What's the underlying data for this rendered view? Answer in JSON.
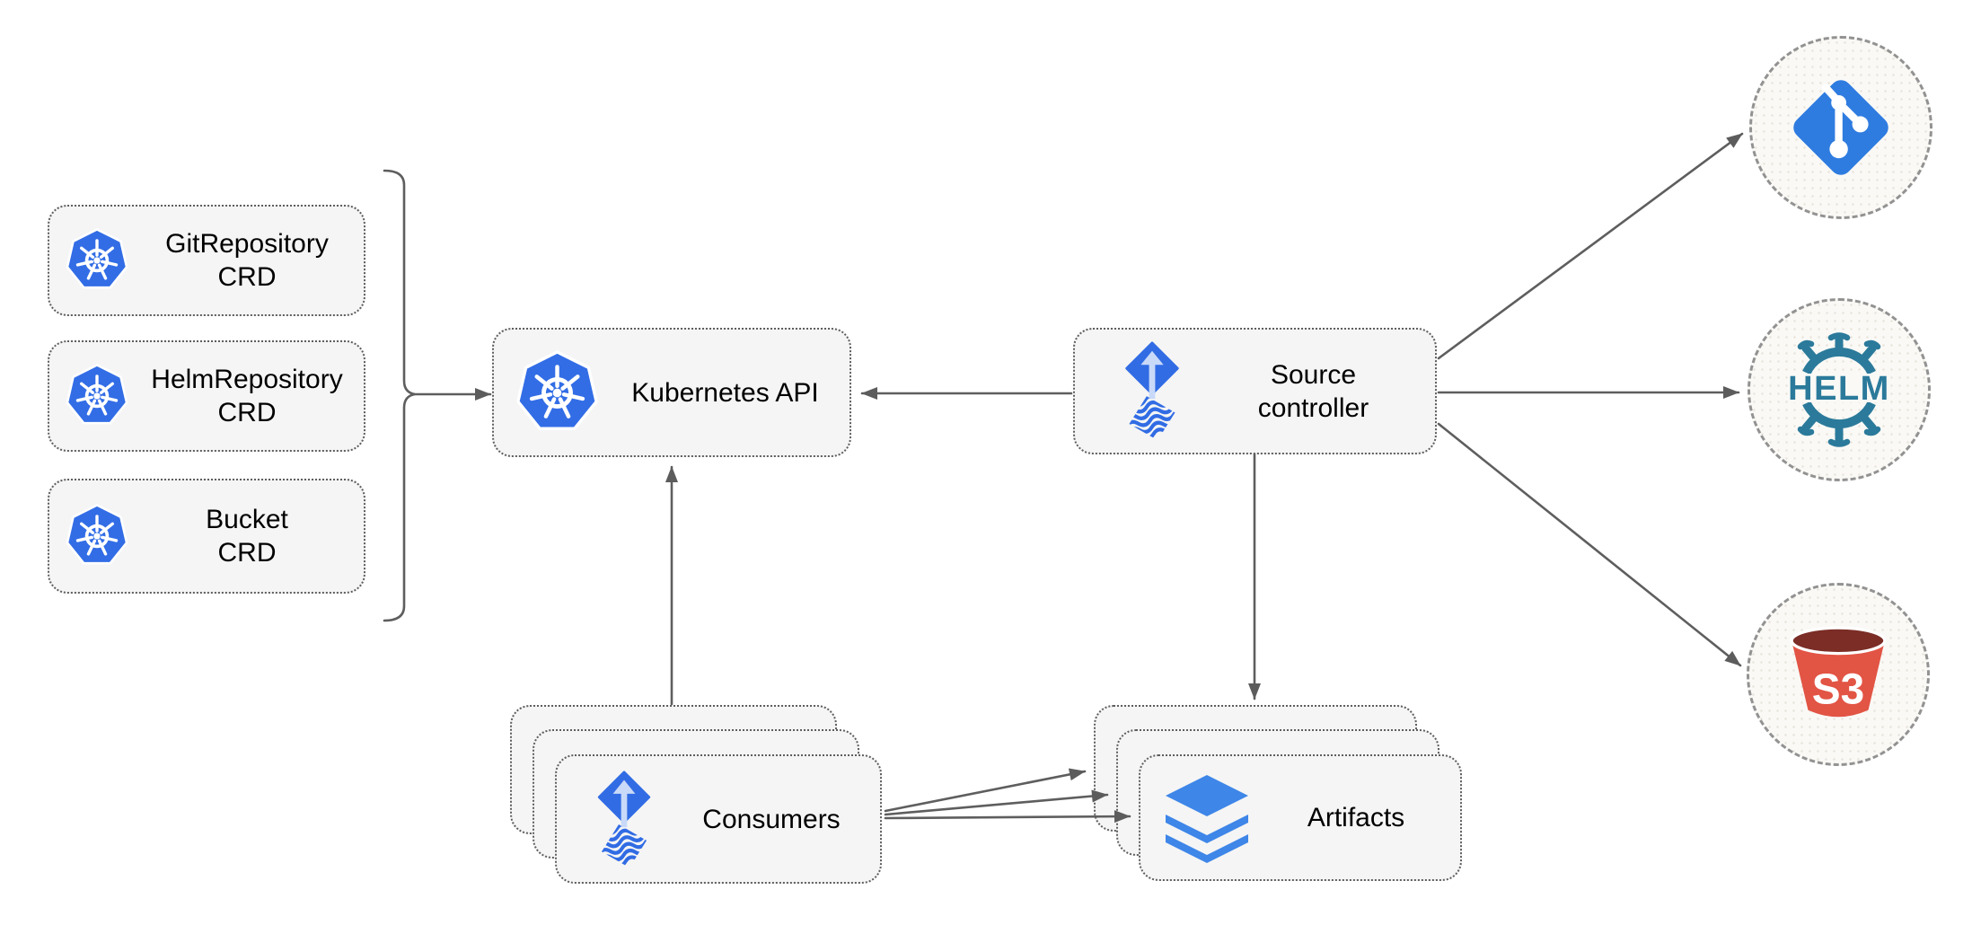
{
  "diagram": {
    "description": "Flux source-controller architecture diagram",
    "nodes": {
      "git_repository_crd": {
        "line1": "GitRepository",
        "line2": "CRD",
        "icon": "kubernetes-icon"
      },
      "helm_repository_crd": {
        "line1": "HelmRepository",
        "line2": "CRD",
        "icon": "kubernetes-icon"
      },
      "bucket_crd": {
        "line1": "Bucket",
        "line2": "CRD",
        "icon": "kubernetes-icon"
      },
      "kubernetes_api": {
        "label": "Kubernetes API",
        "icon": "kubernetes-icon"
      },
      "source_controller": {
        "line1": "Source",
        "line2": "controller",
        "icon": "flux-icon"
      },
      "consumers": {
        "label": "Consumers",
        "icon": "flux-icon",
        "stack_count": 3
      },
      "artifacts": {
        "label": "Artifacts",
        "icon": "layers-icon",
        "stack_count": 3
      },
      "git_remote": {
        "icon": "git-icon"
      },
      "helm_remote": {
        "icon": "helm-icon",
        "logo_text": "HELM"
      },
      "s3_remote": {
        "icon": "s3-bucket-icon",
        "logo_text": "S3"
      }
    },
    "edges": [
      {
        "from": "crd-group-bracket",
        "to": "kubernetes_api",
        "style": "arrow"
      },
      {
        "from": "source_controller",
        "to": "kubernetes_api",
        "style": "arrow"
      },
      {
        "from": "consumers",
        "to": "kubernetes_api",
        "style": "arrow"
      },
      {
        "from": "source_controller",
        "to": "artifacts",
        "style": "arrow"
      },
      {
        "from": "source_controller",
        "to": "git_remote",
        "style": "arrow"
      },
      {
        "from": "source_controller",
        "to": "helm_remote",
        "style": "arrow"
      },
      {
        "from": "source_controller",
        "to": "s3_remote",
        "style": "arrow"
      },
      {
        "from": "consumers",
        "to": "artifacts",
        "style": "arrow",
        "count": 3
      }
    ],
    "colors": {
      "kubernetes_blue": "#326de6",
      "flux_blue": "#316ce4",
      "flux_arrow_light": "#c9d9f8",
      "git_blue": "#2f7ce0",
      "helm_teal": "#2b7a9b",
      "s3_red": "#e25444",
      "s3_dark_red": "#7b2d26",
      "layers_blue": "#3e86e8",
      "edge_gray": "#5e5e5e",
      "node_fill": "#f5f5f5",
      "node_border": "#5e5e5e",
      "circle_fill": "#faf9f6"
    }
  }
}
